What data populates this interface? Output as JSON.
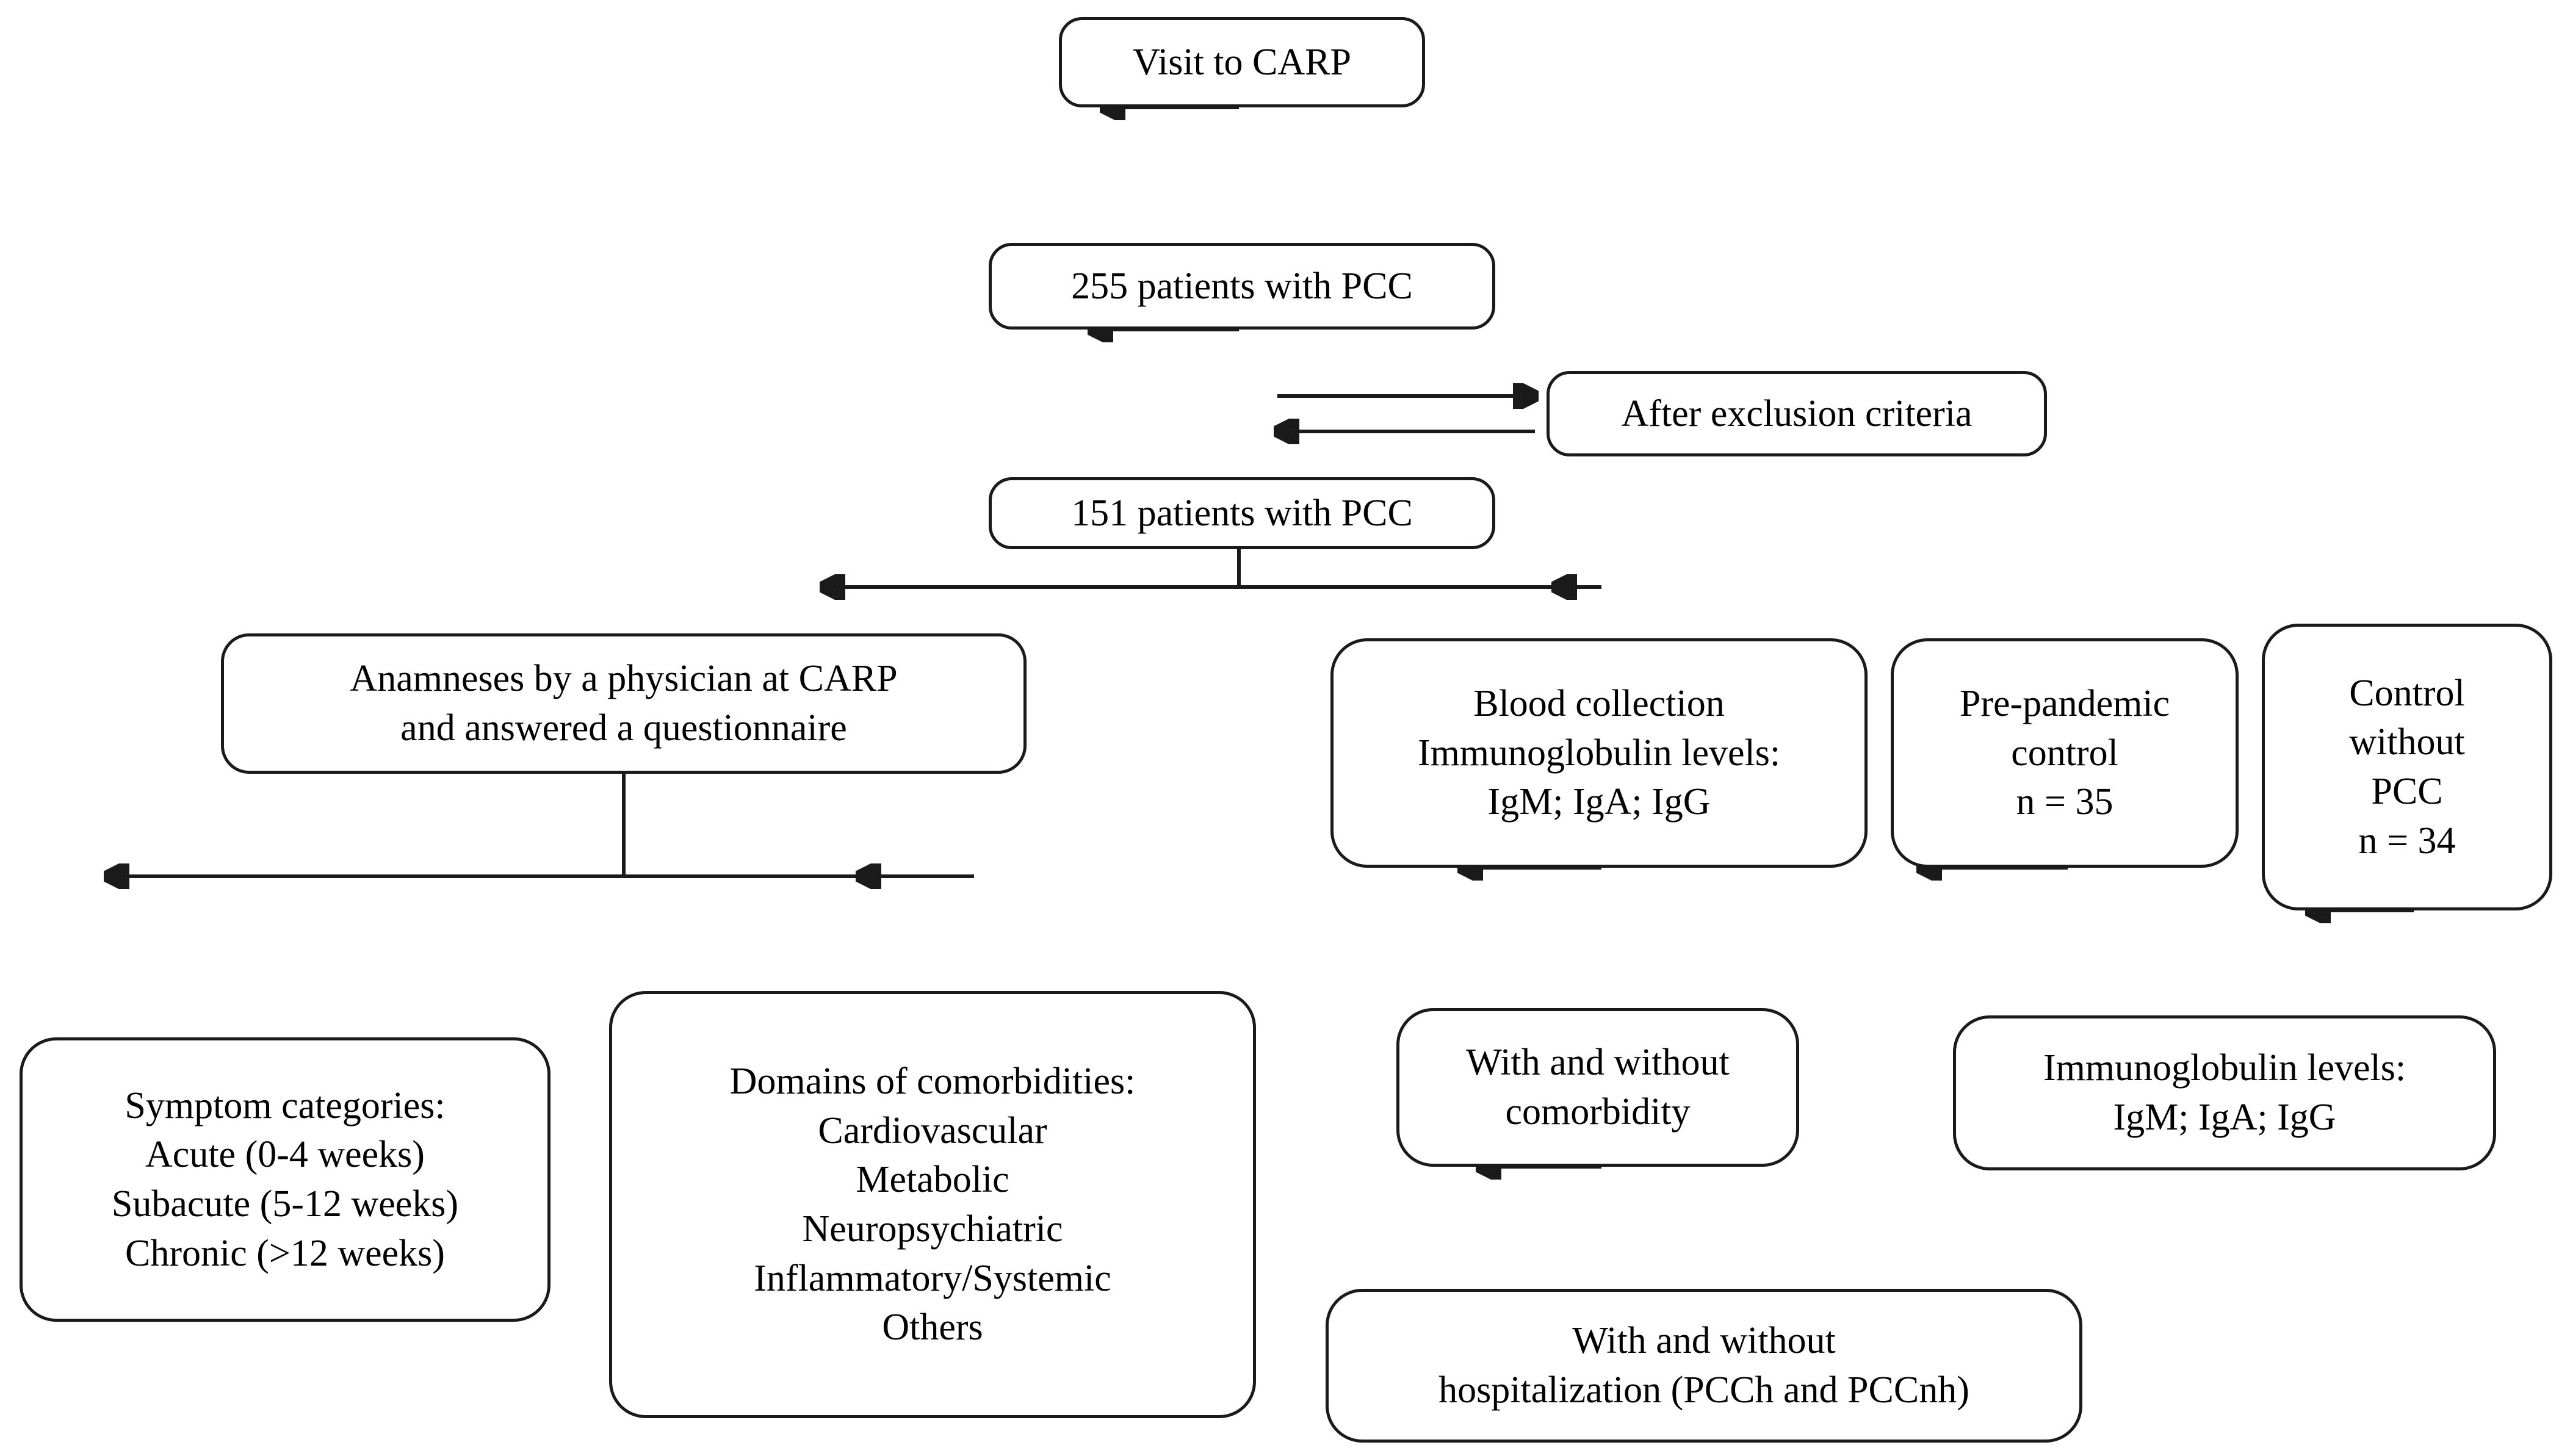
{
  "diagram": {
    "title": "Post-COVID Condition (PCC) study participant flow",
    "stroke_color": "#1a1a1a",
    "background_color": "#ffffff"
  },
  "nodes": {
    "visit": {
      "lines": [
        "Visit to CARP"
      ]
    },
    "patients_255": {
      "lines": [
        "255 patients with PCC"
      ]
    },
    "exclusion": {
      "lines": [
        "After exclusion criteria"
      ]
    },
    "patients_151": {
      "lines": [
        "151 patients with PCC"
      ]
    },
    "anamneses": {
      "lines": [
        "Anamneses by a physician at CARP",
        "and answered a questionnaire"
      ]
    },
    "blood_collection": {
      "lines": [
        "Blood collection",
        "Immunoglobulin  levels:",
        "IgM; IgA; IgG"
      ]
    },
    "pre_pandemic_control": {
      "lines": [
        "Pre-pandemic",
        "control",
        "n = 35"
      ]
    },
    "control_without_pcc": {
      "lines": [
        "Control",
        "without",
        "PCC",
        "n = 34"
      ]
    },
    "symptom_categories": {
      "lines": [
        "Symptom categories:",
        "Acute (0-4 weeks)",
        "Subacute (5-12 weeks)",
        "Chronic (>12 weeks)"
      ]
    },
    "comorbidity_domains": {
      "lines": [
        "Domains of comorbidities:",
        "Cardiovascular",
        "Metabolic",
        "Neuropsychiatric",
        "Inflammatory/Systemic",
        "Others"
      ]
    },
    "with_without_comorbidity": {
      "lines": [
        "With and without",
        "comorbidity"
      ]
    },
    "immunoglobulin_controls": {
      "lines": [
        "Immunoglobulin  levels:",
        "IgM; IgA; IgG"
      ]
    },
    "with_without_hospitalization": {
      "lines": [
        "With and without",
        "hospitalization (PCCh and PCCnh)"
      ]
    }
  },
  "edges": [
    {
      "name": "visit-to-255",
      "from": "visit",
      "to": "patients_255",
      "arrow": "down"
    },
    {
      "name": "255-to-151",
      "from": "patients_255",
      "to": "patients_151",
      "arrow": "down"
    },
    {
      "name": "151-to-exclusion",
      "from": "patients_151",
      "to": "exclusion",
      "arrow": "right"
    },
    {
      "name": "exclusion-to-151",
      "from": "exclusion",
      "to": "patients_151",
      "arrow": "left"
    },
    {
      "name": "151-to-anamneses",
      "from": "patients_151",
      "to": "anamneses",
      "arrow": "down"
    },
    {
      "name": "151-to-blood",
      "from": "patients_151",
      "to": "blood_collection",
      "arrow": "down"
    },
    {
      "name": "anamneses-to-symptoms",
      "from": "anamneses",
      "to": "symptom_categories",
      "arrow": "down"
    },
    {
      "name": "anamneses-to-comorbidities",
      "from": "anamneses",
      "to": "comorbidity_domains",
      "arrow": "down"
    },
    {
      "name": "blood-to-comorbidity",
      "from": "blood_collection",
      "to": "with_without_comorbidity",
      "arrow": "down"
    },
    {
      "name": "comorbidity-to-hospitalization",
      "from": "with_without_comorbidity",
      "to": "with_without_hospitalization",
      "arrow": "down"
    },
    {
      "name": "prepandemic-to-ig",
      "from": "pre_pandemic_control",
      "to": "immunoglobulin_controls",
      "arrow": "down"
    },
    {
      "name": "controlnopcc-to-ig",
      "from": "control_without_pcc",
      "to": "immunoglobulin_controls",
      "arrow": "down"
    }
  ]
}
